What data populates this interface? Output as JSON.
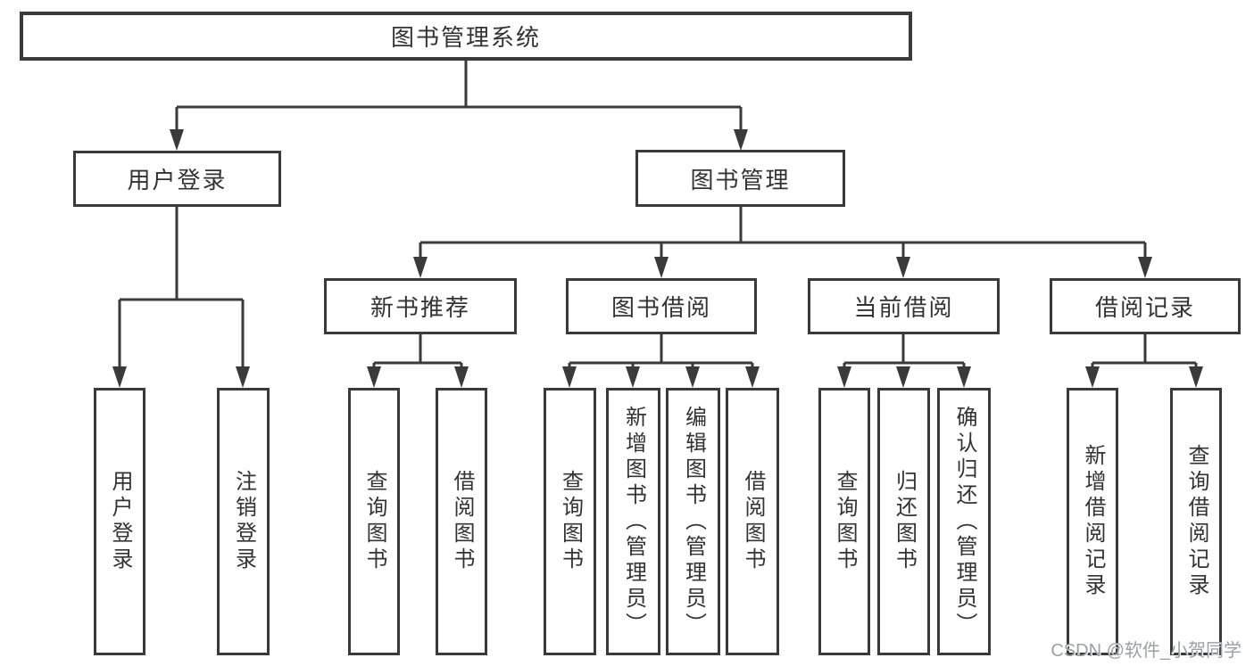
{
  "diagram": {
    "root": {
      "label": "图书管理系统",
      "children": [
        {
          "label": "用户登录",
          "children": [
            {
              "label": "用户登录"
            },
            {
              "label": "注销登录"
            }
          ]
        },
        {
          "label": "图书管理",
          "children": [
            {
              "label": "新书推荐",
              "children": [
                {
                  "label": "查询图书"
                },
                {
                  "label": "借阅图书"
                }
              ]
            },
            {
              "label": "图书借阅",
              "children": [
                {
                  "label": "查询图书"
                },
                {
                  "label": "新增图书（管理员）"
                },
                {
                  "label": "编辑图书（管理员）"
                },
                {
                  "label": "借阅图书"
                }
              ]
            },
            {
              "label": "当前借阅",
              "children": [
                {
                  "label": "查询图书"
                },
                {
                  "label": "归还图书"
                },
                {
                  "label": "确认归还（管理员）"
                }
              ]
            },
            {
              "label": "借阅记录",
              "children": [
                {
                  "label": "新增借阅记录"
                },
                {
                  "label": "查询借阅记录"
                }
              ]
            }
          ]
        }
      ]
    }
  },
  "colors": {
    "line": "#3a3a3a",
    "text": "#333333",
    "background": "#ffffff",
    "watermark": "#9aa0a5"
  },
  "watermark": {
    "text": "CSDN @软件_小贺同学"
  }
}
